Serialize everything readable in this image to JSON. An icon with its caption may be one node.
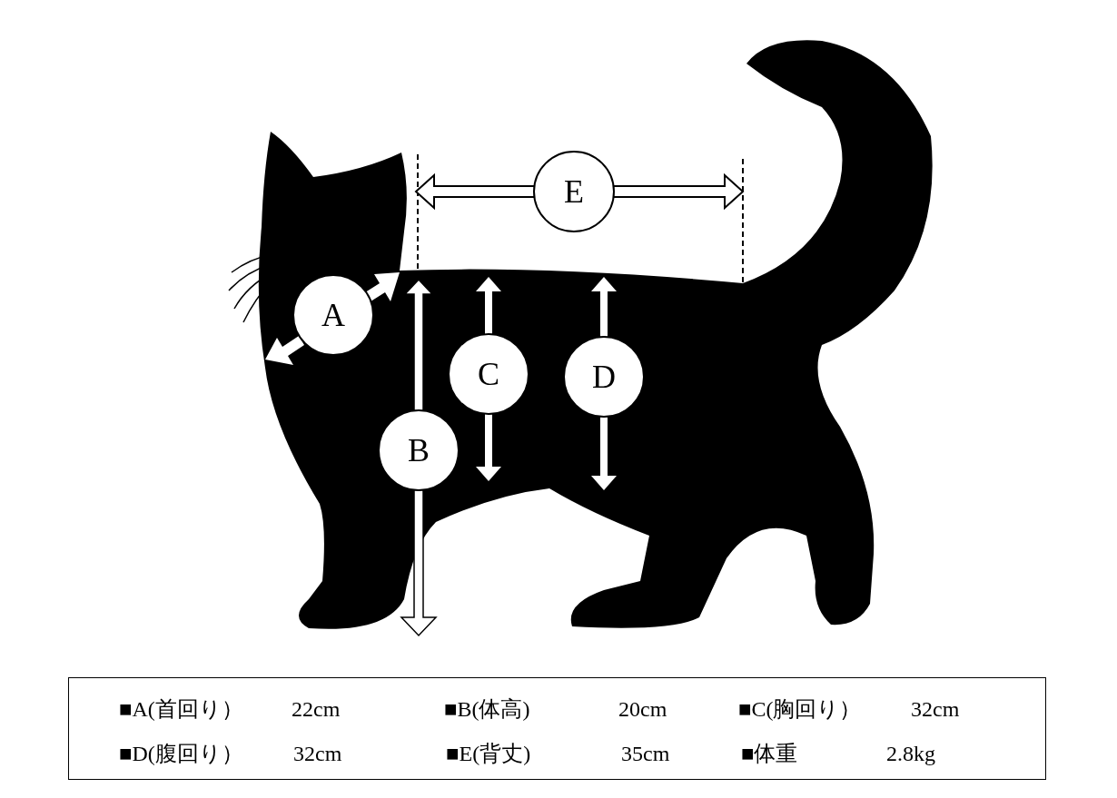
{
  "diagram": {
    "nodes": [
      {
        "text": [
          "A"
        ]
      },
      {
        "text": [
          "B"
        ]
      },
      {
        "text": [
          "C"
        ]
      },
      {
        "text": [
          "D"
        ]
      },
      {
        "text": [
          "E"
        ]
      },
      {
        "text": [
          "■A(首回り）",
          "22cm",
          "■B(体高)",
          "20cm",
          "■C(胸回り）",
          "32cm",
          "■D(腹回り）",
          "32cm",
          "■E(背丈)",
          "35cm",
          "■体重",
          "2.8kg"
        ]
      }
    ]
  }
}
